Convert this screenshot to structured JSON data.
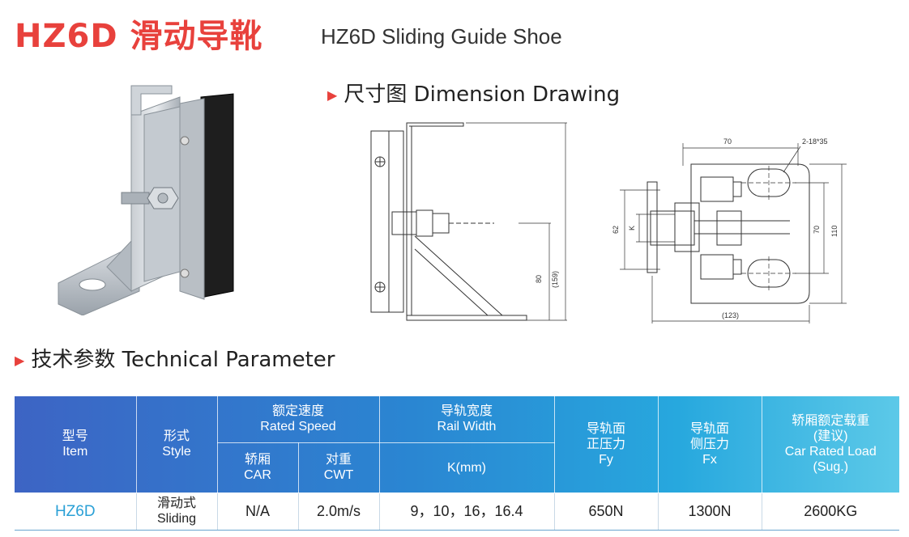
{
  "header": {
    "title_cn": "HZ6D 滑动导靴",
    "title_en": "HZ6D Sliding Guide Shoe"
  },
  "sections": {
    "dimension": {
      "marker": "▶",
      "label": "尺寸图 Dimension Drawing"
    },
    "technical": {
      "marker": "▶",
      "label": "技术参数 Technical Parameter"
    }
  },
  "drawing_labels": {
    "side_height_80": "80",
    "side_height_159": "(159)",
    "top_width_70": "70",
    "top_slot": "2-18*35",
    "top_k": "K",
    "top_62": "62",
    "top_70": "70",
    "top_110": "110",
    "top_123": "(123)"
  },
  "table": {
    "headers": {
      "item_cn": "型号",
      "item_en": "Item",
      "style_cn": "形式",
      "style_en": "Style",
      "speed_cn": "额定速度",
      "speed_en": "Rated Speed",
      "car_cn": "轿厢",
      "car_en": "CAR",
      "cwt_cn": "对重",
      "cwt_en": "CWT",
      "rail_cn": "导轨宽度",
      "rail_en": "Rail Width",
      "rail_unit": "K(mm)",
      "fy_cn1": "导轨面",
      "fy_cn2": "正压力",
      "fy_en": "Fy",
      "fx_cn1": "导轨面",
      "fx_cn2": "侧压力",
      "fx_en": "Fx",
      "load_cn1": "轿厢额定载重",
      "load_cn2": "(建议)",
      "load_en1": "Car Rated Load",
      "load_en2": "(Sug.)"
    },
    "row": {
      "item": "HZ6D",
      "style_cn": "滑动式",
      "style_en": "Sliding",
      "car": "N/A",
      "cwt": "2.0m/s",
      "rail": "9，10，16，16.4",
      "fy": "650N",
      "fx": "1300N",
      "load": "2600KG"
    }
  },
  "colors": {
    "accent": "#e8413c",
    "header_gradient_start": "#3d64c4",
    "header_gradient_end": "#5cc9e8",
    "item_text": "#2aa0d6"
  }
}
